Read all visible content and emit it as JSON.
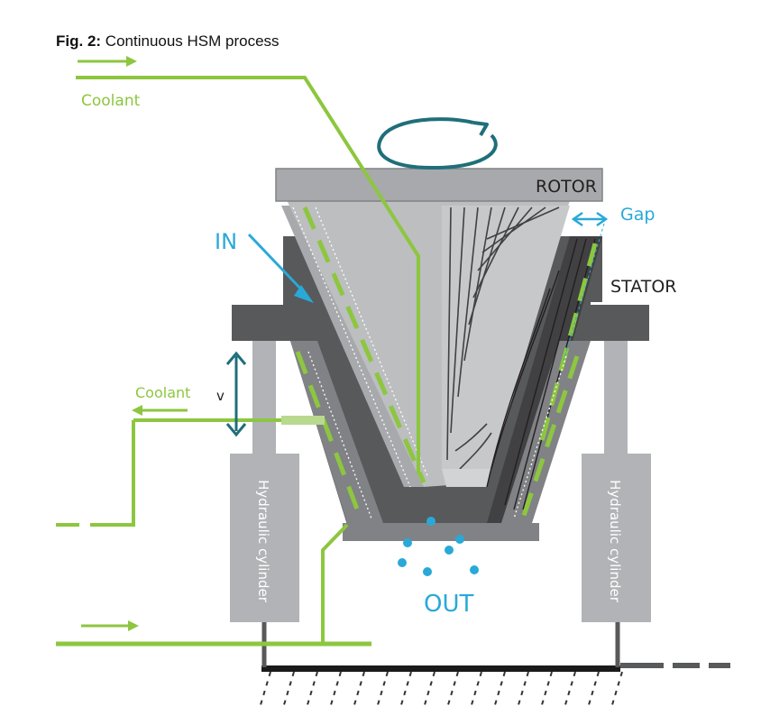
{
  "figure": {
    "label": "Fig. 2:",
    "caption": "Continuous HSM process"
  },
  "labels": {
    "coolant_top": "Coolant",
    "coolant_mid": "Coolant",
    "rotor": "ROTOR",
    "stator": "STATOR",
    "gap": "Gap",
    "in": "IN",
    "out": "OUT",
    "v": "v",
    "hydraulic_left": "Hydraulic cylinder",
    "hydraulic_right": "Hydraulic cylinder"
  },
  "colors": {
    "coolant_green": "#8dc63f",
    "accent_blue": "#29a9d8",
    "dark_teal": "#1f6f7a",
    "rotor_gray": "#a7a9ac",
    "stator_dark": "#58595b",
    "cylinder_gray": "#b1b3b6"
  },
  "icons": [
    "rotation-arrow-icon",
    "in-arrow-icon",
    "gap-double-arrow-icon",
    "vertical-double-arrow-icon",
    "coolant-arrow-icon",
    "ground-hatch-icon"
  ]
}
